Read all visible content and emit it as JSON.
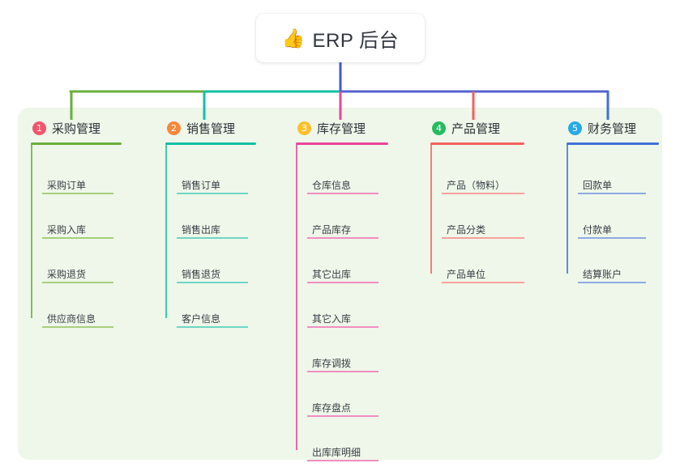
{
  "root": {
    "icon": "thumbs-up-emoji",
    "icon_glyph": "👍",
    "title": "ERP 后台"
  },
  "colors": {
    "panel_bg": "#eef7e9",
    "page_bg": "#ffffff",
    "root_text": "#32363d",
    "trunk": "#4758c4",
    "bar_green": "#6aae3c",
    "bar_teal": "#11c0a4",
    "bar_blue": "#5562cf",
    "branch_1": "#6aae3c",
    "branch_2": "#11c0a4",
    "branch_3": "#e8449b",
    "branch_4": "#f4605c",
    "branch_5": "#4070d8",
    "badge_1": "#f2566b",
    "badge_2": "#f5883c",
    "badge_3": "#fbc02d",
    "badge_4": "#27bb5e",
    "badge_5": "#29a9e8",
    "leaf_rule_1": "#a7cf7e",
    "leaf_rule_2": "#6fd5c6",
    "leaf_rule_3": "#f08ec0",
    "leaf_rule_4": "#f7a09c",
    "leaf_rule_5": "#90a9e4"
  },
  "branches": [
    {
      "number": "1",
      "title": "采购管理",
      "items": [
        "采购订单",
        "采购入库",
        "采购退货",
        "供应商信息"
      ]
    },
    {
      "number": "2",
      "title": "销售管理",
      "items": [
        "销售订单",
        "销售出库",
        "销售退货",
        "客户信息"
      ]
    },
    {
      "number": "3",
      "title": "库存管理",
      "items": [
        "仓库信息",
        "产品库存",
        "其它出库",
        "其它入库",
        "库存调拨",
        "库存盘点",
        "出库库明细"
      ]
    },
    {
      "number": "4",
      "title": "产品管理",
      "items": [
        "产品（物料）",
        "产品分类",
        "产品单位"
      ]
    },
    {
      "number": "5",
      "title": "财务管理",
      "items": [
        "回款单",
        "付款单",
        "结算账户"
      ]
    }
  ]
}
